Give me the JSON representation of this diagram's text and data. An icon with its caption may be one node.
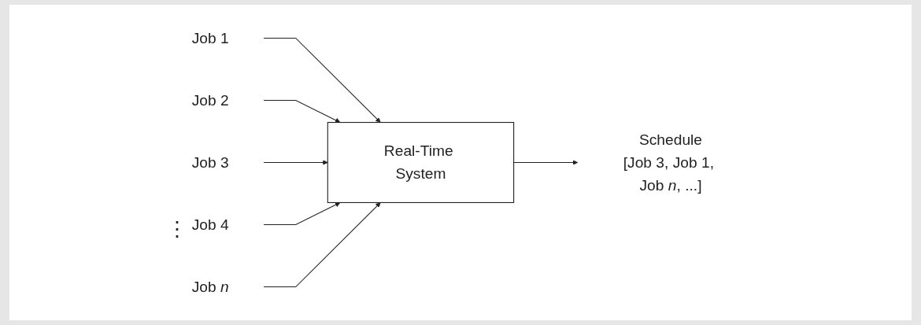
{
  "diagram": {
    "nodes": [
      {
        "text": [
          "Job 1"
        ]
      },
      {
        "text": [
          "Job 2"
        ]
      },
      {
        "text": [
          "Job 3"
        ]
      },
      {
        "text": [
          "Job 4"
        ]
      },
      {
        "text": [
          "Job *n*"
        ]
      },
      {
        "text": [
          "Real-Time System"
        ]
      },
      {
        "text": [
          "Schedule",
          "[Job 3, Job 1, Job *n*, ...]"
        ]
      }
    ],
    "edges": [
      {
        "from": 0,
        "to": 5,
        "arrow": "to"
      },
      {
        "from": 1,
        "to": 5,
        "arrow": "to"
      },
      {
        "from": 2,
        "to": 5,
        "arrow": "to"
      },
      {
        "from": 3,
        "to": 5,
        "arrow": "to"
      },
      {
        "from": 4,
        "to": 5,
        "arrow": "to"
      },
      {
        "from": 5,
        "to": 6,
        "arrow": "to"
      }
    ],
    "labels": [
      "⋮"
    ]
  }
}
